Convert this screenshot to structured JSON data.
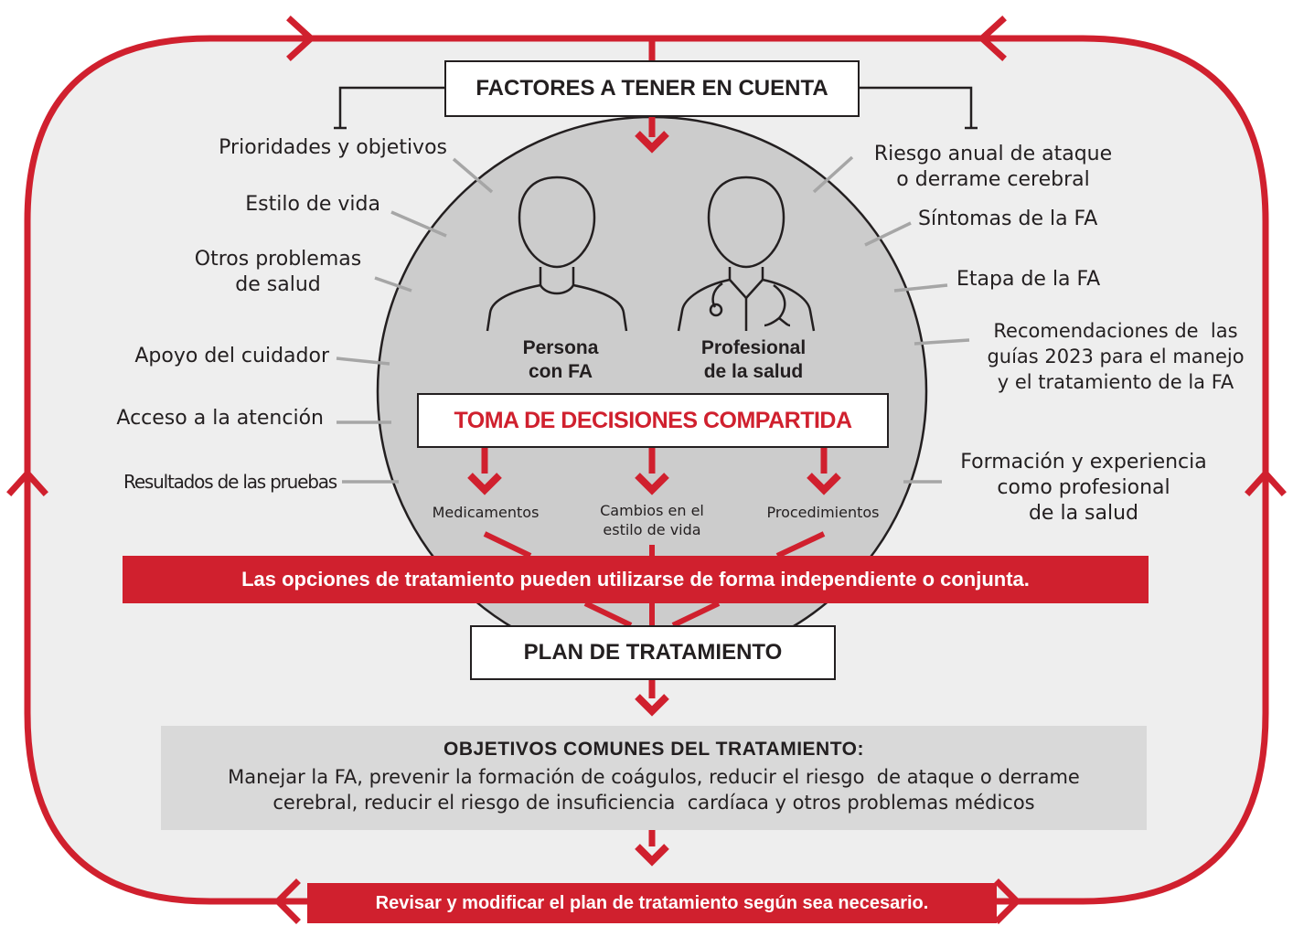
{
  "header": {
    "title": "FACTORES A TENER EN CUENTA"
  },
  "factors_left": [
    "Prioridades y objetivos",
    "Estilo de vida",
    "Otros problemas\nde salud",
    "Apoyo del cuidador",
    "Acceso a la atención",
    "Resultados de las pruebas"
  ],
  "factors_right": [
    "Riesgo anual de ataque\no derrame cerebral",
    "Síntomas de la FA",
    "Etapa de la FA",
    "Recomendaciones de  las\nguías 2023 para el manejo\ny el tratamiento de la FA",
    "Formación y experiencia\ncomo profesional\nde la salud"
  ],
  "people": {
    "patient": "Persona\ncon FA",
    "clinician": "Profesional\nde la salud"
  },
  "shared_decision": "TOMA DE DECISIONES COMPARTIDA",
  "options": [
    "Medicamentos",
    "Cambios en el\nestilo de vida",
    "Procedimientos"
  ],
  "options_banner": "Las opciones de tratamiento pueden utilizarse de forma independiente o conjunta.",
  "plan": "PLAN DE TRATAMIENTO",
  "goals": {
    "title": "OBJETIVOS COMUNES DEL TRATAMIENTO:",
    "text": "Manejar la FA, prevenir la formación de coágulos, reducir el riesgo  de ataque o derrame\ncerebral, reducir el riesgo de insuficiencia  cardíaca y otros problemas médicos"
  },
  "review_banner": "Revisar y modificar el plan de tratamiento según sea necesario.",
  "colors": {
    "accent": "#d0202e",
    "panel": "#eeeeee",
    "circle": "#cccccc",
    "goals_bg": "#d9d9d9",
    "ink": "#231f20",
    "connector": "#a6a6a6"
  }
}
